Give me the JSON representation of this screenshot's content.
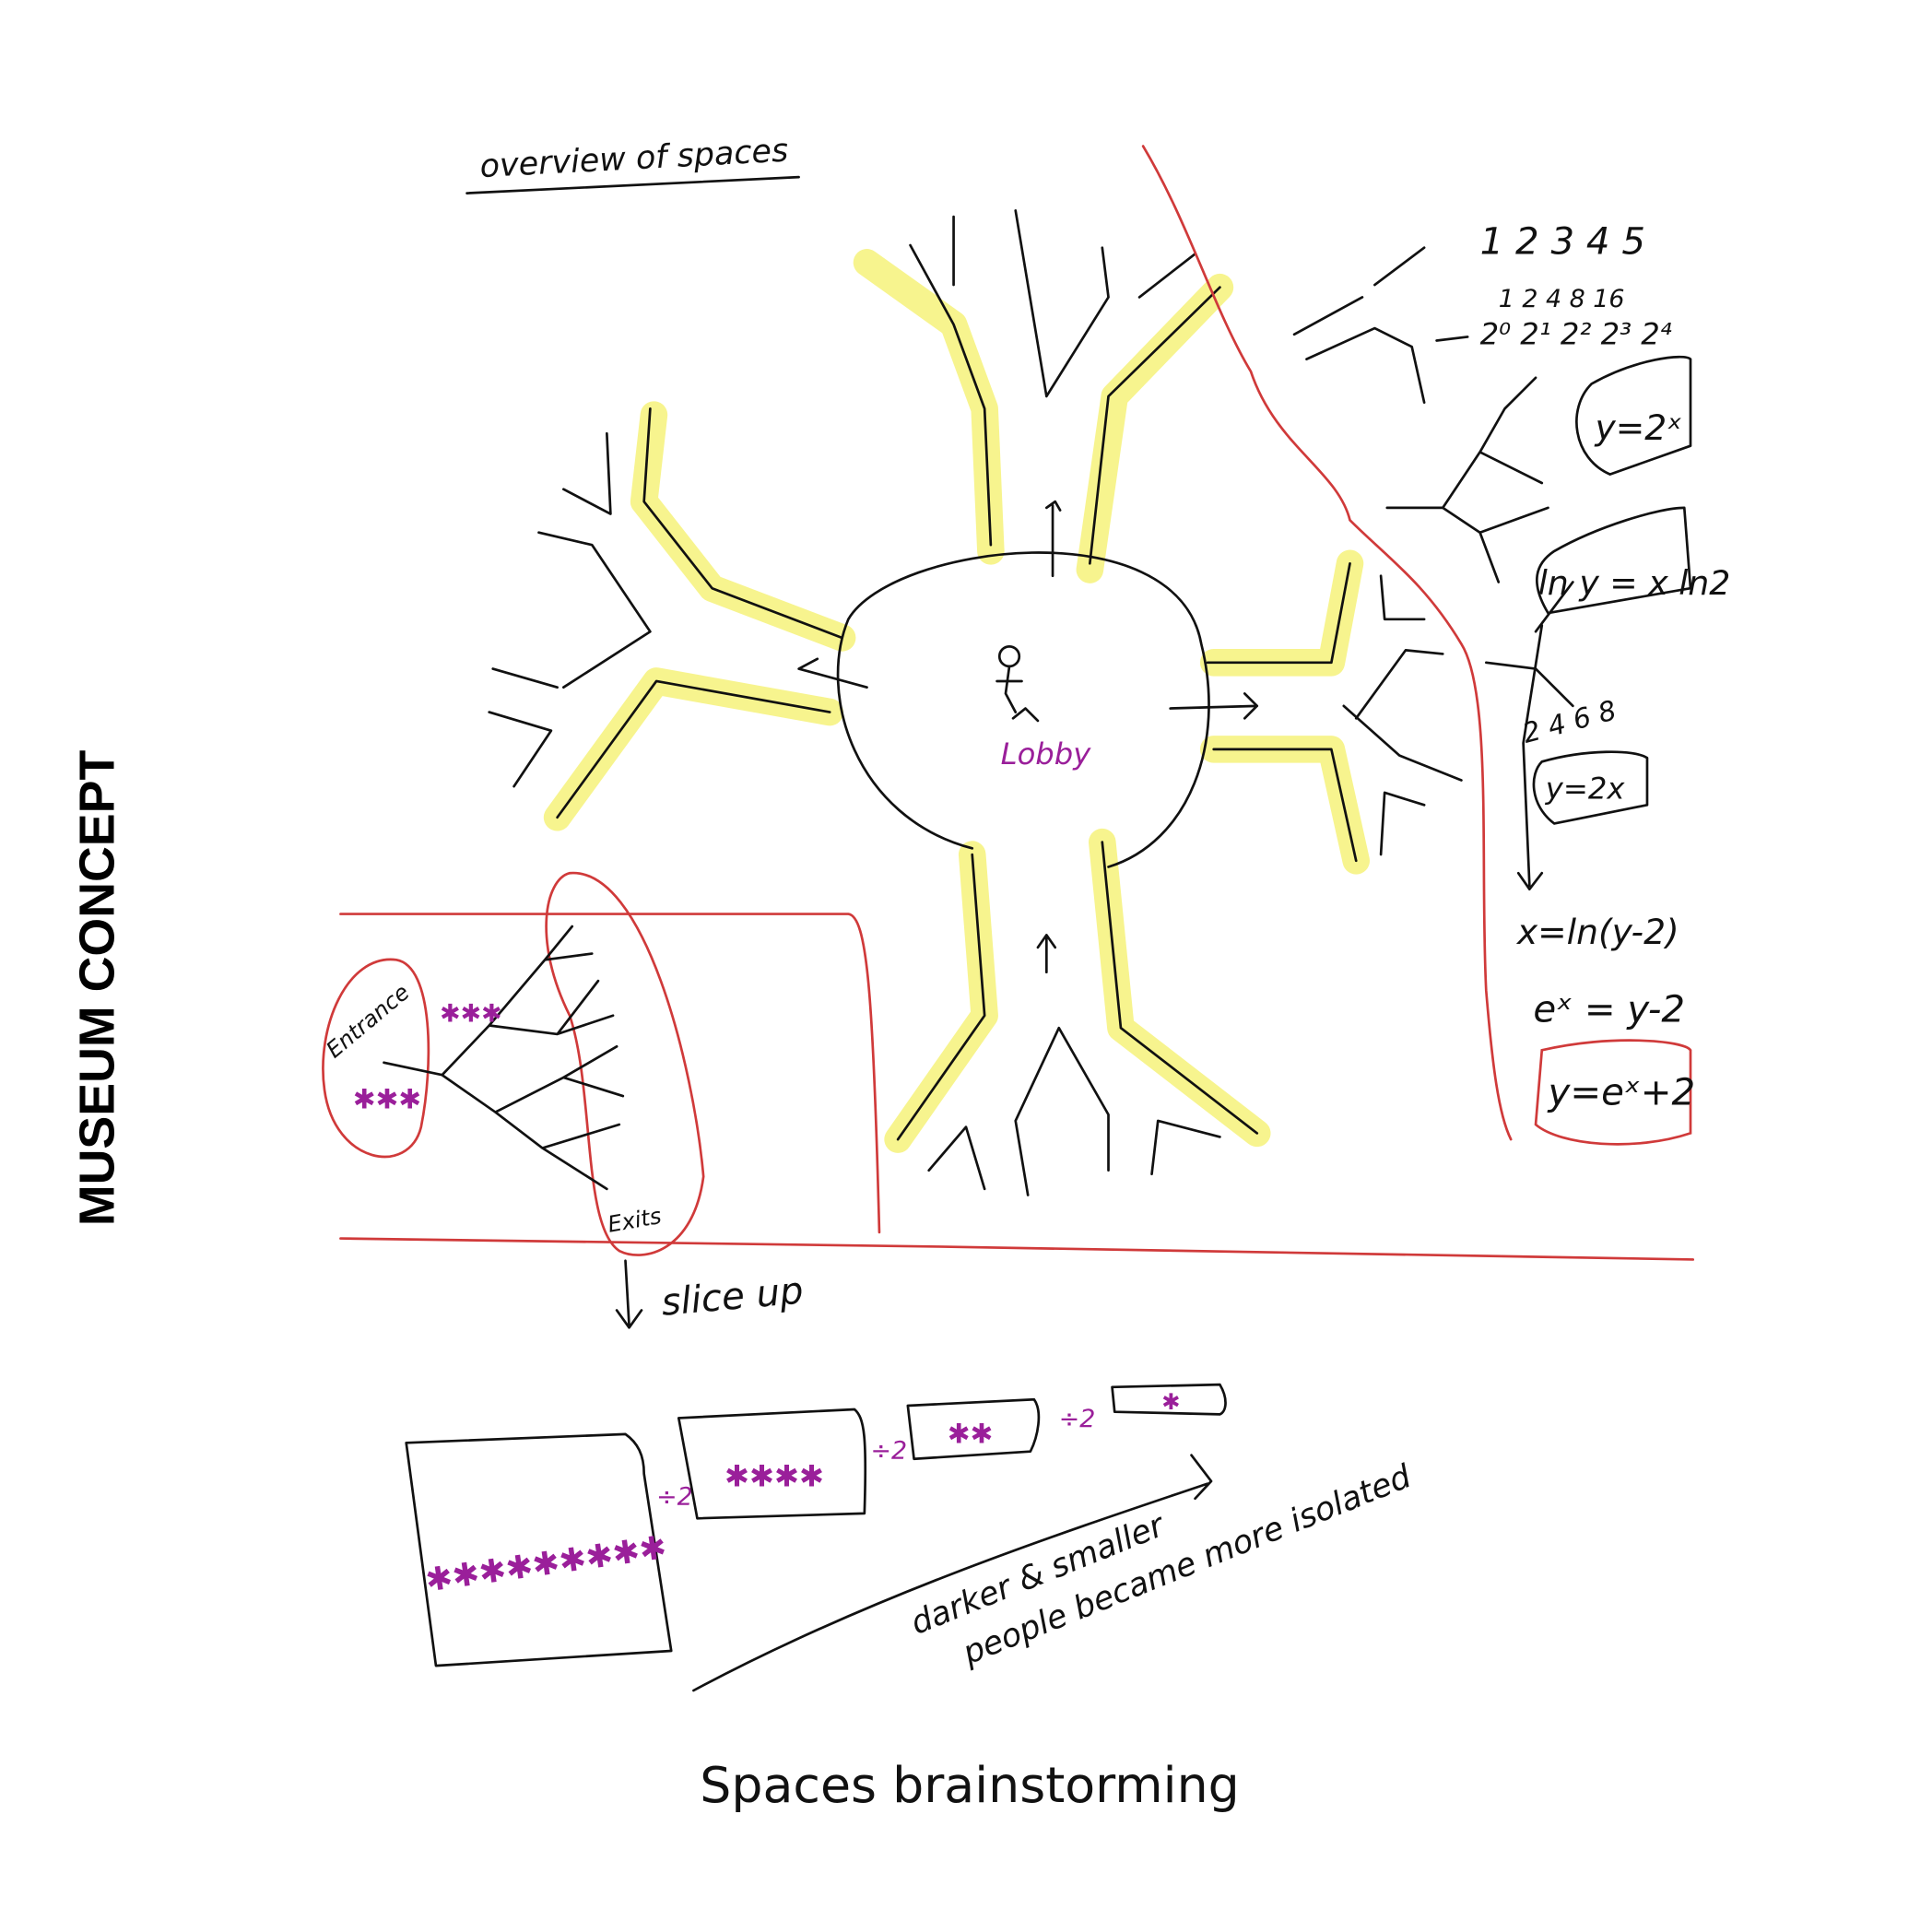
{
  "title": "MUSEUM CONCEPT",
  "caption": "Spaces brainstorming",
  "sketch": {
    "heading": "overview of spaces",
    "lobby": "Lobby",
    "entrance": "Entrance",
    "exits": "Exits",
    "slice_up": "slice up",
    "divide_labels": [
      "÷2",
      "÷2",
      "÷2"
    ],
    "note_line1": "darker & smaller",
    "note_line2": "people became more isolated"
  },
  "math": {
    "row1": "1 2 3 4 5",
    "row2": "1  2  4  8  16",
    "row3": "2⁰ 2¹ 2² 2³ 2⁴",
    "eq1": "y=2ˣ",
    "eq2": "ln y = x ln2",
    "row4": "2  4  6  8",
    "eq3": "y=2x",
    "eq4": "x=ln(y-2)",
    "eq5": "eˣ = y-2",
    "eq6": "y=eˣ+2"
  },
  "colors": {
    "ink": "#111111",
    "red": "#d03a3a",
    "highlight": "#f6f27a",
    "people": "#9a1f9a"
  }
}
